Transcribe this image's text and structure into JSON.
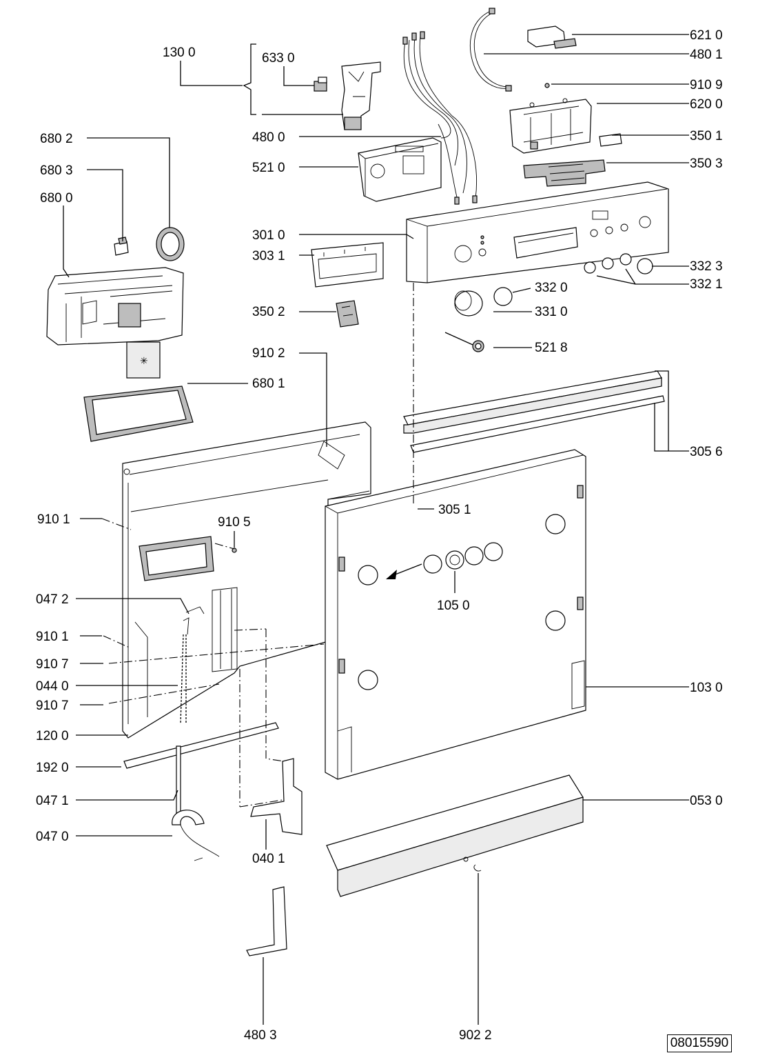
{
  "drawing_id": "08015590",
  "labels": {
    "l_130_0": "130 0",
    "l_633_0": "633 0",
    "l_480_0": "480 0",
    "l_521_0": "521 0",
    "l_621_0": "621 0",
    "l_480_1": "480 1",
    "l_910_9": "910 9",
    "l_620_0": "620 0",
    "l_350_1": "350 1",
    "l_350_3": "350 3",
    "l_680_2": "680 2",
    "l_680_3": "680 3",
    "l_680_0": "680 0",
    "l_301_0": "301 0",
    "l_303_1": "303 1",
    "l_332_3": "332 3",
    "l_332_1": "332 1",
    "l_332_0": "332 0",
    "l_331_0": "331 0",
    "l_350_2": "350 2",
    "l_521_8": "521 8",
    "l_910_2": "910 2",
    "l_680_1": "680 1",
    "l_305_6": "305 6",
    "l_305_1": "305 1",
    "l_910_1a": "910 1",
    "l_910_5": "910 5",
    "l_105_0": "105 0",
    "l_047_2": "047 2",
    "l_910_1b": "910 1",
    "l_910_7a": "910 7",
    "l_044_0": "044 0",
    "l_910_7b": "910 7",
    "l_120_0": "120 0",
    "l_103_0": "103 0",
    "l_192_0": "192 0",
    "l_047_1": "047 1",
    "l_053_0": "053 0",
    "l_047_0": "047 0",
    "l_040_1": "040 1",
    "l_480_3": "480 3",
    "l_902_2": "902 2"
  }
}
